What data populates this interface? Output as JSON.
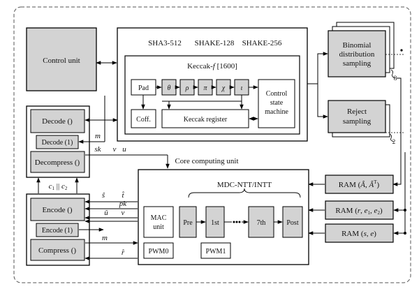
{
  "blocks": {
    "control_unit": "Control unit",
    "hash": {
      "sha3_512": "SHA3-512",
      "shake_128": "SHAKE-128",
      "shake_256": "SHAKE-256"
    },
    "keccak": {
      "title_prefix": "Keccak-",
      "title_f": "f",
      "title_suffix": " [1600]",
      "pad": "Pad",
      "steps": [
        "θ",
        "ρ",
        "π",
        "χ",
        "ι"
      ],
      "coff": "Coff.",
      "register": "Keccak register",
      "fsm": [
        "Control",
        "state",
        "machine"
      ]
    },
    "binomial": [
      "Binomial",
      "distribution",
      "sampling"
    ],
    "binomial_count": "8",
    "reject": [
      "Reject",
      "sampling"
    ],
    "reject_count": "2",
    "decode_group": {
      "decode": "Decode ()",
      "decode1": "Decode (1)",
      "decompress": "Decompress ()"
    },
    "encode_group": {
      "encode": "Encode ()",
      "encode1": "Encode (1)",
      "compress": "Compress ()"
    },
    "core": {
      "title": "Core computing unit",
      "mdc": "MDC-NTT/INTT",
      "mac": [
        "MAC",
        "unit"
      ],
      "stages": [
        "Pre",
        "1st",
        "7th",
        "Post"
      ],
      "pwm0": "PWM0",
      "pwm1": "PWM1"
    },
    "ram": {
      "ram1": {
        "prefix": "RAM (",
        "a": "Â",
        "comma": ", ",
        "b": "Â",
        "sup": "T",
        "suffix": ")"
      },
      "ram2": {
        "prefix": "RAM (",
        "r": "r",
        "sep1": ", ",
        "e": "e",
        "sub1": "1",
        "sep2": ", ",
        "e2": "e",
        "sub2": "2",
        "suffix": ")"
      },
      "ram3": {
        "prefix": "RAM (",
        "s": "s",
        "sep": ", ",
        "e": "e",
        "suffix": ")"
      }
    }
  },
  "signals": {
    "m_top": "m",
    "sk": "sk",
    "v_top": "v",
    "u_top": "u",
    "c1": "c",
    "c1_sub": "1",
    "concat": " || ",
    "c2": "c",
    "c2_sub": "2",
    "s_hat": "ŝ",
    "t_hat": "t̂",
    "pk": "pk",
    "u_hat": "û",
    "v_mid": "v",
    "m_bottom": "m",
    "r_hat": "r̂"
  }
}
